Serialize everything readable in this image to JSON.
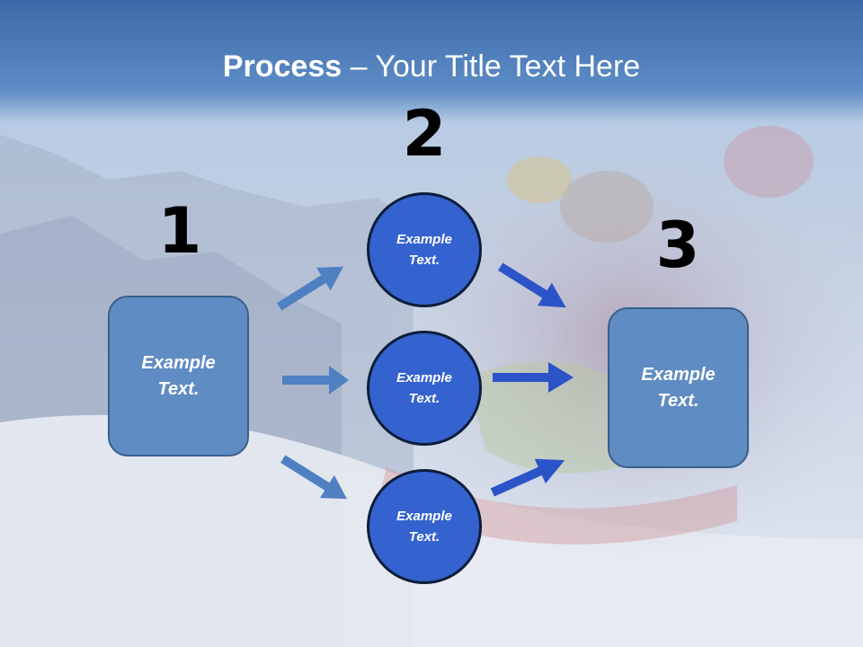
{
  "slide": {
    "title_bold": "Process",
    "title_rest": " – Your Title Text Here"
  },
  "steps": {
    "step1_number": "1",
    "step2_number": "2",
    "step3_number": "3"
  },
  "boxes": {
    "left_text": "Example Text.",
    "right_text": "Example Text."
  },
  "circles": {
    "top_text": "Example Text.",
    "middle_text": "Example Text.",
    "bottom_text": "Example Text."
  },
  "colors": {
    "title_bar": "#4a78b4",
    "box_fill": "#5f8cc2",
    "circle_fill": "#3463cf",
    "arrow_light": "#4f80c2",
    "arrow_dark": "#2a54c8"
  }
}
